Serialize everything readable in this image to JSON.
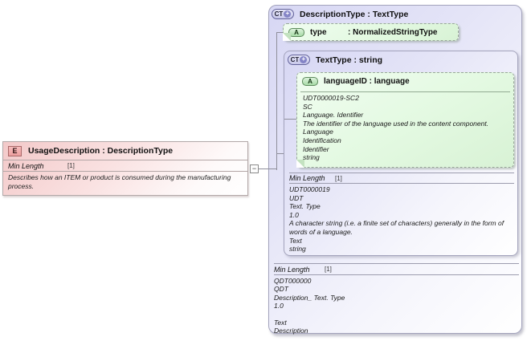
{
  "diagram": {
    "element": {
      "icon": "E",
      "title": "UsageDescription : DescriptionType",
      "facet_name": "Min Length",
      "facet_cardinality": "[1]",
      "description": "Describes how an ITEM or product is consumed during the manufacturing process."
    },
    "connector": {
      "toggle_glyph": "−"
    },
    "description_type": {
      "icon": "CT",
      "icon_plus": "+",
      "title": "DescriptionType : TextType",
      "attribute_type": {
        "icon": "A",
        "name": "type",
        "datatype": ": NormalizedStringType"
      },
      "text_type": {
        "icon": "CT",
        "icon_plus": "+",
        "title": "TextType : string",
        "attribute_language": {
          "icon": "A",
          "title": "languageID : language",
          "annotation": [
            "UDT0000019-SC2",
            "SC",
            "Language. Identifier",
            "The identifier of the language used in the content component.",
            "Language",
            "Identification",
            "Identifier",
            "string"
          ]
        },
        "facet_name": "Min Length",
        "facet_cardinality": "[1]",
        "annotation": [
          "UDT0000019",
          "UDT",
          "Text. Type",
          "1.0",
          "A character string (i.e. a finite set of characters) generally in the form of words of a language.",
          "Text",
          "string"
        ]
      },
      "facet_name": "Min Length",
      "facet_cardinality": "[1]",
      "annotation": [
        "QDT000000",
        "QDT",
        "Description_ Text. Type",
        "1.0",
        "",
        "Text",
        "Description"
      ]
    },
    "colors": {
      "element_fill": "#f3c9c9",
      "complextype_fill": "#d7d7f4",
      "attribute_fill": "#e3f9e1",
      "connector_line": "#8f8f9b"
    }
  }
}
